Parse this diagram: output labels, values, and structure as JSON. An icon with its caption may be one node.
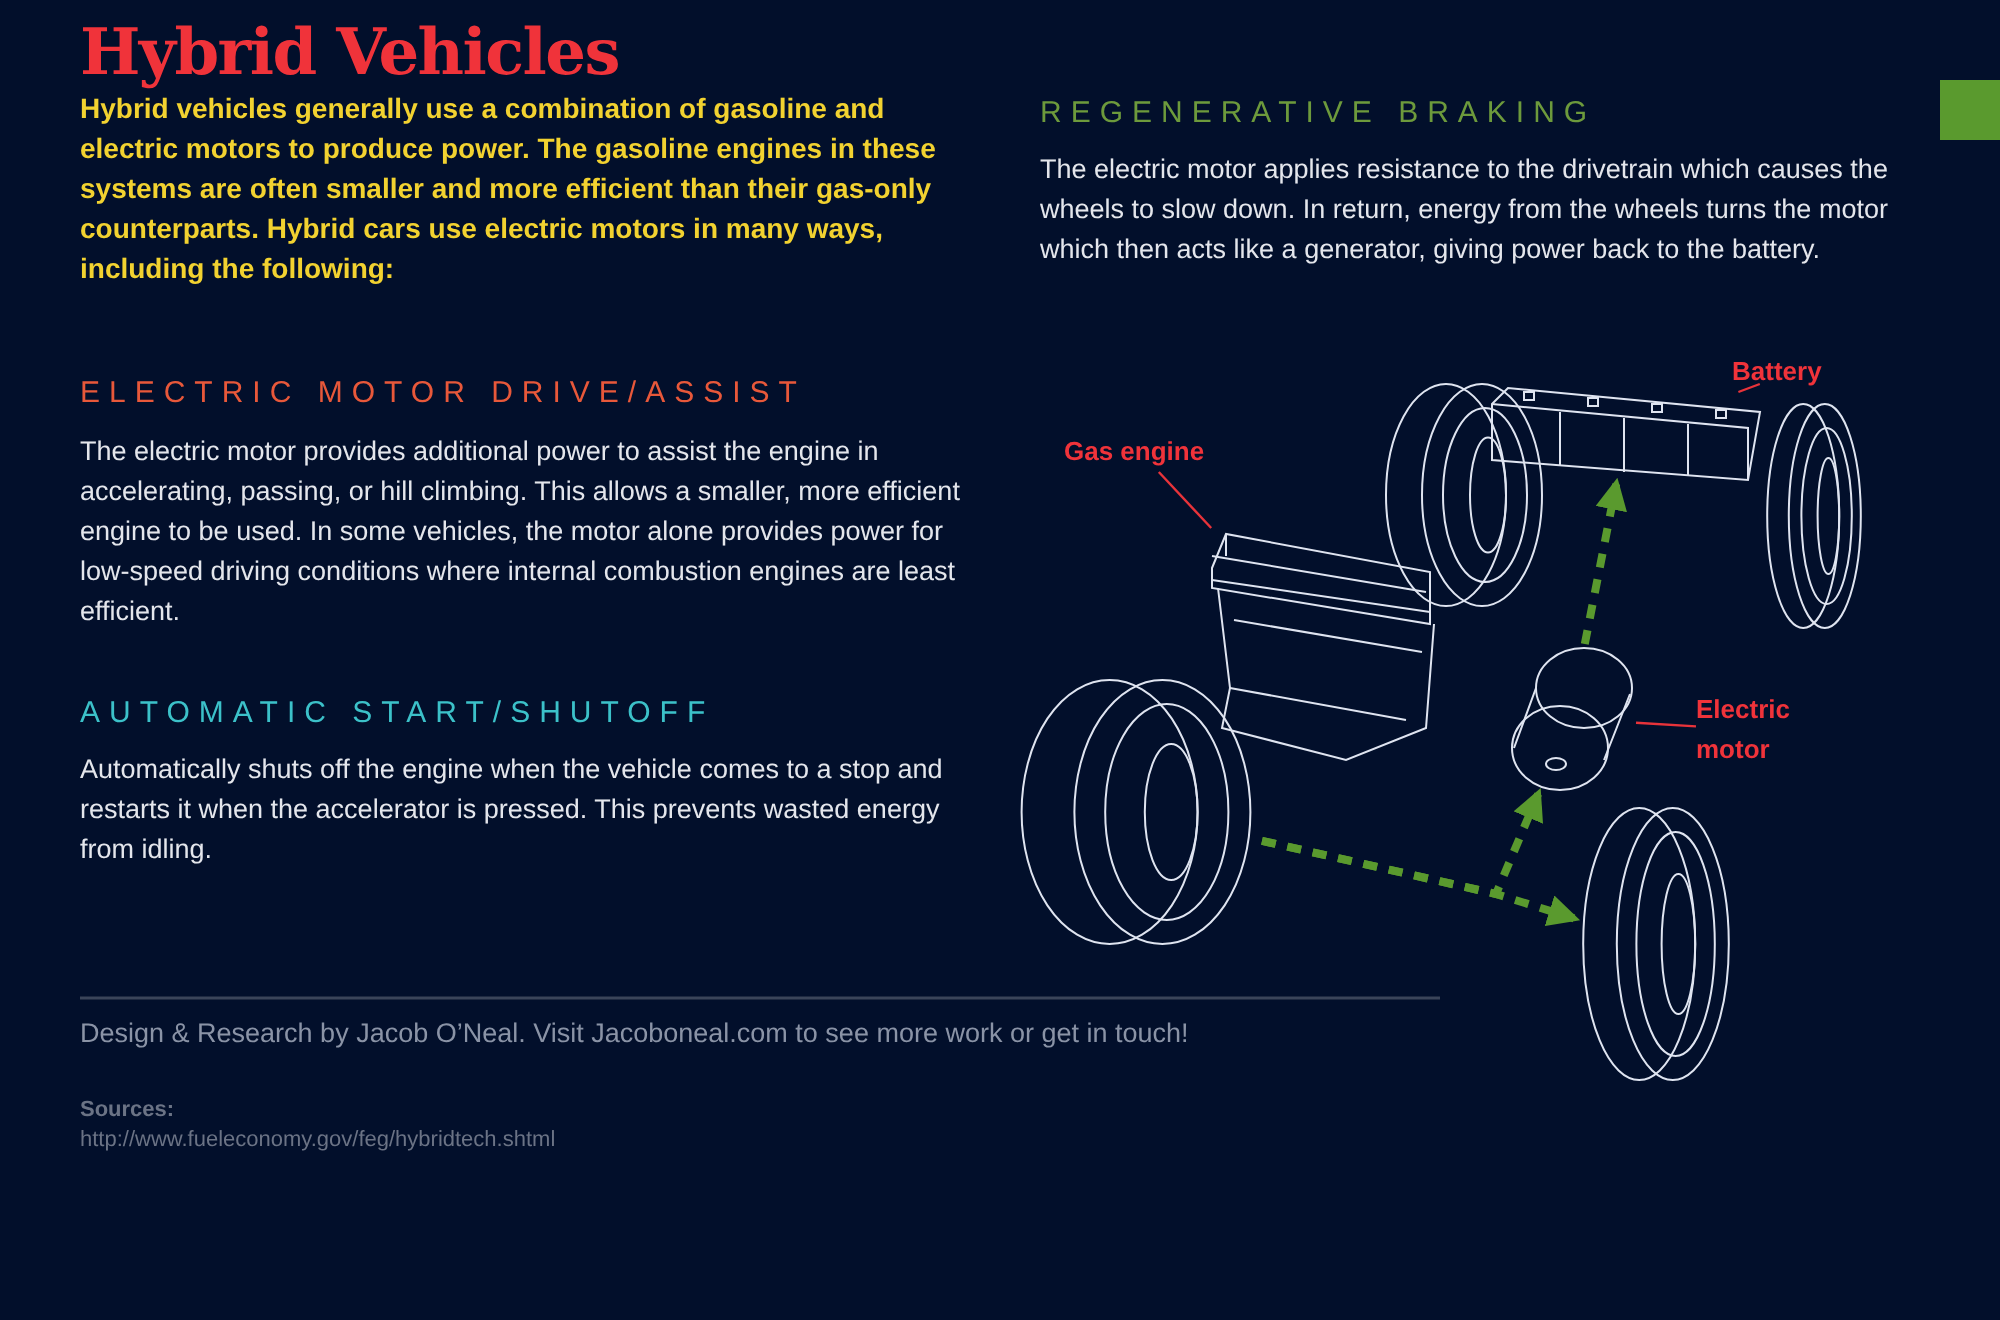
{
  "diagram": {
    "title": "Hybrid Vehicles",
    "nodes": [
      {
        "text": [
          "Gas engine"
        ]
      },
      {
        "text": [],
        "shape": "picture"
      },
      {
        "text": [
          "Battery"
        ]
      },
      {
        "text": [],
        "shape": "picture"
      },
      {
        "text": [
          "Electric motor"
        ]
      },
      {
        "text": [],
        "shape": "picture"
      },
      {
        "text": [],
        "shape": "picture"
      },
      {
        "text": [],
        "shape": "picture"
      }
    ],
    "edges": [
      {
        "from": 0,
        "to": 1,
        "arrow": "none"
      },
      {
        "from": 2,
        "to": 3,
        "arrow": "none"
      },
      {
        "from": 4,
        "to": 5,
        "arrow": "none"
      },
      {
        "from": 6,
        "to": 7,
        "arrow": "to",
        "style": "dashed",
        "color": "#5a9a2e"
      },
      {
        "from": 6,
        "to": 5,
        "arrow": "to",
        "style": "dashed",
        "color": "#5a9a2e"
      },
      {
        "from": 5,
        "to": 3,
        "arrow": "to",
        "style": "dashed",
        "color": "#5a9a2e"
      }
    ],
    "labels": [
      "Hybrid vehicles generally use a combination of gasoline and electric motors to produce power. The gasoline engines in these systems are often smaller and more efficient than their gas-only counterparts. Hybrid cars use electric motors in many ways, including the following:",
      "ELECTRIC MOTOR DRIVE/ASSIST",
      "The electric motor provides additional power to assist the engine in accelerating, passing, or hill climbing. This allows a smaller, more efficient engine to be used. In some vehicles, the motor alone provides power for low-speed driving conditions where internal combustion engines are least efficient.",
      "AUTOMATIC START/SHUTOFF",
      "Automatically shuts off the engine when the vehicle comes to a stop and restarts it when the accelerator is pressed. This prevents wasted energy from idling.",
      "REGENERATIVE BRAKING",
      "The electric motor applies resistance to the drivetrain which causes the wheels to slow down. In return, energy from the wheels turns the motor which then acts like a generator, giving power back to the battery.",
      "Design & Research by Jacob O’Neal. Visit Jacoboneal.com to see more work or get in touch!",
      "Sources:",
      "http://www.fueleconomy.gov/feg/hybridtech.shtml"
    ]
  }
}
